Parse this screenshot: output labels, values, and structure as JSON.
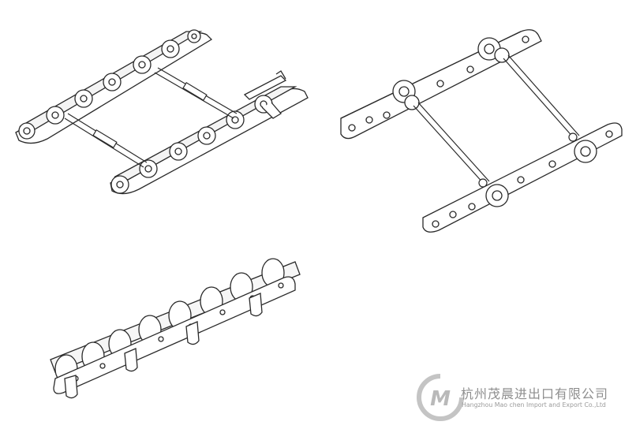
{
  "watermark": {
    "logo_letter": "M",
    "company_cn": "杭州茂晨进出口有限公司",
    "company_en": "Hangzhou Mao chen Import and Export Co.,Ltd"
  },
  "colors": {
    "line": "#2a2a2a",
    "watermark_text": "#8e8e8e",
    "watermark_logo": "#b9b9b9"
  }
}
